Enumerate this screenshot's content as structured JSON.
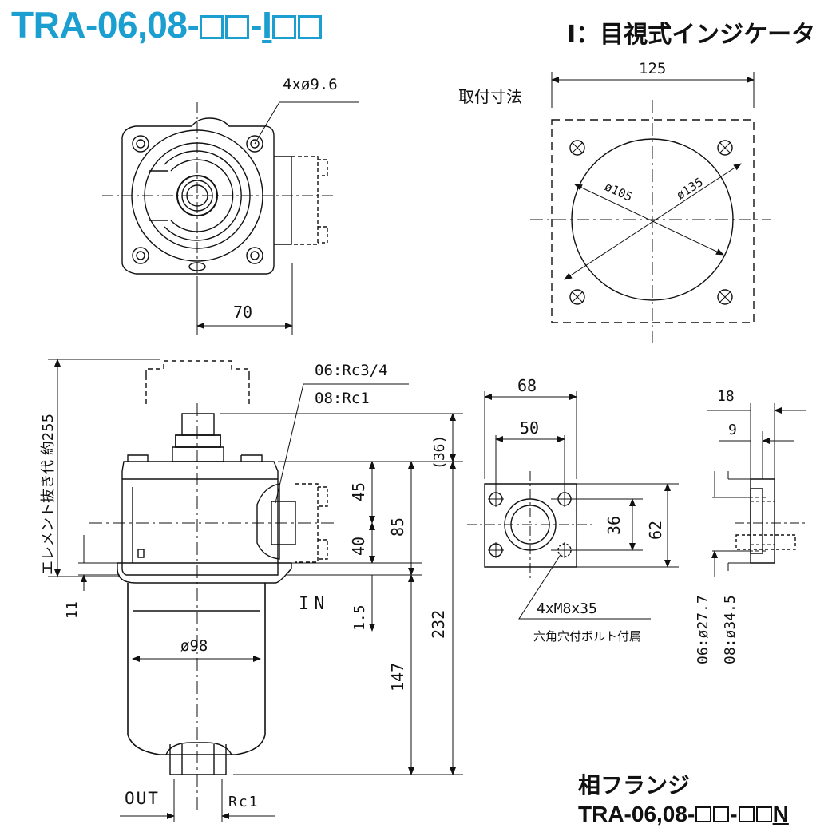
{
  "header": {
    "title_prefix": "TRA-06,08-",
    "title_sep": "-",
    "title_mark": "I",
    "subtitle": "I：目視式インジケータ"
  },
  "top_view": {
    "bolt_holes": "4xø9.6",
    "width_70": "70"
  },
  "mount_dims": {
    "label": "取付寸法",
    "width": "125",
    "d105": "ø105",
    "d135": "ø135"
  },
  "side_view": {
    "ports_06": "06:Rc3/4",
    "ports_08": "08:Rc1",
    "element_removal": "エレメント抜き代  約255",
    "d36": "(36)",
    "d45": "45",
    "d85": "85",
    "d40": "40",
    "d11": "11",
    "d15": "1.5",
    "d232": "232",
    "d147": "147",
    "d98": "ø98",
    "in_label": "IN",
    "out_label": "OUT",
    "rc1": "Rc1"
  },
  "flange_front": {
    "w68": "68",
    "w50": "50",
    "h36": "36",
    "h62": "62",
    "bolts": "4xM8x35",
    "bolt_note": "六角穴付ボルト付属"
  },
  "flange_side": {
    "w18": "18",
    "w9": "9",
    "d06": "06:ø27.7",
    "d08": "08:ø34.5"
  },
  "mating": {
    "label": "相フランジ",
    "prefix": "TRA-06,08-",
    "sep": "-",
    "mark": "N"
  }
}
